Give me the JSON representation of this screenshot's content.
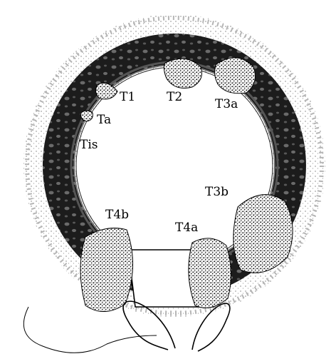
{
  "figure": {
    "labels": {
      "t1": "T1",
      "t2": "T2",
      "t3a": "T3a",
      "ta": "Ta",
      "tis": "Tis",
      "t3b": "T3b",
      "t4b": "T4b",
      "t4a": "T4a"
    }
  },
  "colors": {
    "ink": "#000000",
    "paper": "#ffffff",
    "wall_dark": "#1c1c1c",
    "wall_mid": "#6a6a6a",
    "halo": "#c8c8c8"
  }
}
